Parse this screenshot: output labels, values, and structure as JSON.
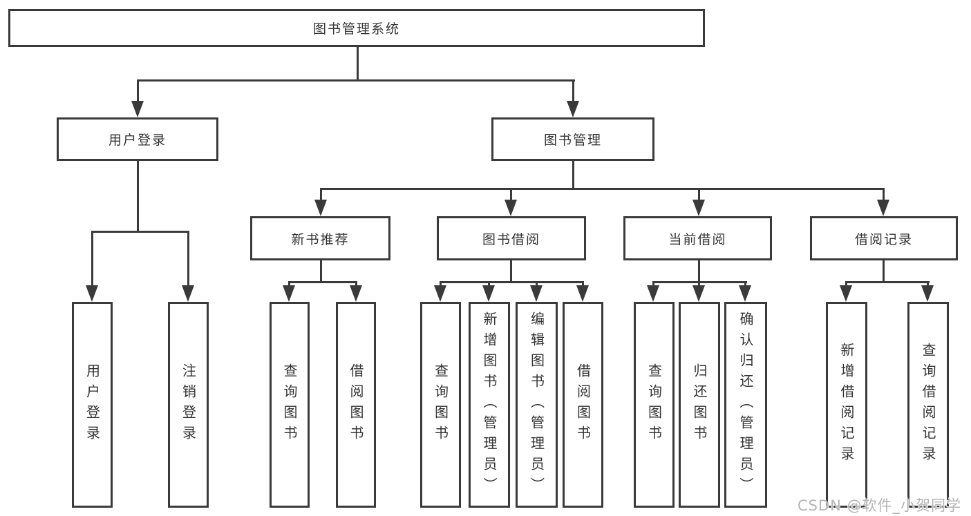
{
  "colors": {
    "line": "#3a3a3a",
    "box_border": "#3a3a3a",
    "box_fill": "#ffffff",
    "text": "#333333",
    "watermark": "#b4b4b4"
  },
  "diagram": {
    "root": {
      "label": "图书管理系统"
    },
    "level2": [
      {
        "label": "用户登录"
      },
      {
        "label": "图书管理"
      }
    ],
    "level3": [
      {
        "label": "新书推荐"
      },
      {
        "label": "图书借阅"
      },
      {
        "label": "当前借阅"
      },
      {
        "label": "借阅记录"
      }
    ],
    "leaves": [
      {
        "label": "用户登录"
      },
      {
        "label": "注销登录"
      },
      {
        "label": "查询图书"
      },
      {
        "label": "借阅图书"
      },
      {
        "label": "查询图书"
      },
      {
        "label": "新增图书（管理员）"
      },
      {
        "label": "编辑图书（管理员）"
      },
      {
        "label": "借阅图书"
      },
      {
        "label": "查询图书"
      },
      {
        "label": "归还图书"
      },
      {
        "label": "确认归还（管理员）"
      },
      {
        "label": "新增借阅记录"
      },
      {
        "label": "查询借阅记录"
      }
    ]
  },
  "watermark": {
    "text": "CSDN @软件_小贺同学"
  }
}
